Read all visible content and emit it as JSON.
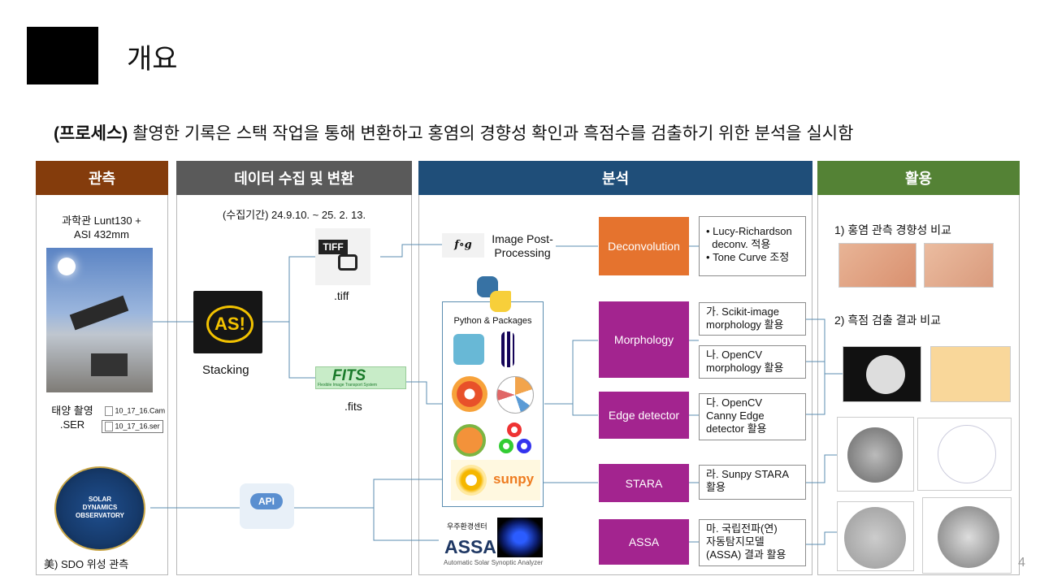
{
  "title": "개요",
  "subtitle_bold": "(프로세스)",
  "subtitle_rest": " 촬영한 기록은 스택 작업을 통해 변환하고 홍염의 경향성 확인과 흑점수를 검출하기 위한 분석을 실시함",
  "page_number": "4",
  "colors": {
    "observe": "#843c0c",
    "collect": "#5a5a5a",
    "analysis": "#1f4e79",
    "use": "#548235",
    "process": "#a3248f",
    "deconv": "#e5732e"
  },
  "columns": {
    "observe": {
      "header": "관측",
      "equipment": "과학관 Lunt130 +\nASI 432mm",
      "ser_label": "태양 촬영\n.SER",
      "files": [
        "10_17_16.Cam",
        "10_17_16.ser"
      ],
      "sdo_label": "美) SDO 위성 관측",
      "sdo_logo_text": "SOLAR DYNAMICS OBSERVATORY"
    },
    "collect": {
      "header": "데이터 수집 및 변환",
      "period": "(수집기간) 24.9.10. ~ 25. 2. 13.",
      "stacking": "Stacking",
      "tiff_icon": "TIFF",
      "tiff_label": ".tiff",
      "fits_icon": "FITS",
      "fits_sub": "Flexible Image Transport System",
      "fits_label": ".fits",
      "api": "API"
    },
    "analysis": {
      "header": "분석",
      "fg_symbol": "f∘g",
      "post_processing": "Image Post-\nProcessing",
      "python_packages": "Python & Packages",
      "sunpy": "sunpy",
      "assa_org": "우주환경센터",
      "assa_title": "ASSA",
      "assa_sub": "Automatic Solar Synoptic Analyzer",
      "processes": [
        {
          "label": "Deconvolution",
          "note": "• Lucy-Richardson\n  deconv. 적용\n• Tone Curve 조정"
        },
        {
          "label": "Morphology",
          "note": "가. Scikit-image\nmorphology 활용"
        },
        {
          "label": "Edge detector",
          "note": "다. OpenCV\nCanny Edge\ndetector 활용"
        },
        {
          "label": "STARA",
          "note": "라. Sunpy STARA\n활용"
        },
        {
          "label": "ASSA",
          "note": "마. 국립전파(연)\n자동탐지모델\n(ASSA) 결과 활용"
        }
      ],
      "extra_note": "나. OpenCV\nmorphology 활용"
    },
    "use": {
      "header": "활용",
      "item1": "1) 홍염 관측 경향성 비교",
      "item2": "2) 흑점 검출 결과 비교"
    }
  }
}
